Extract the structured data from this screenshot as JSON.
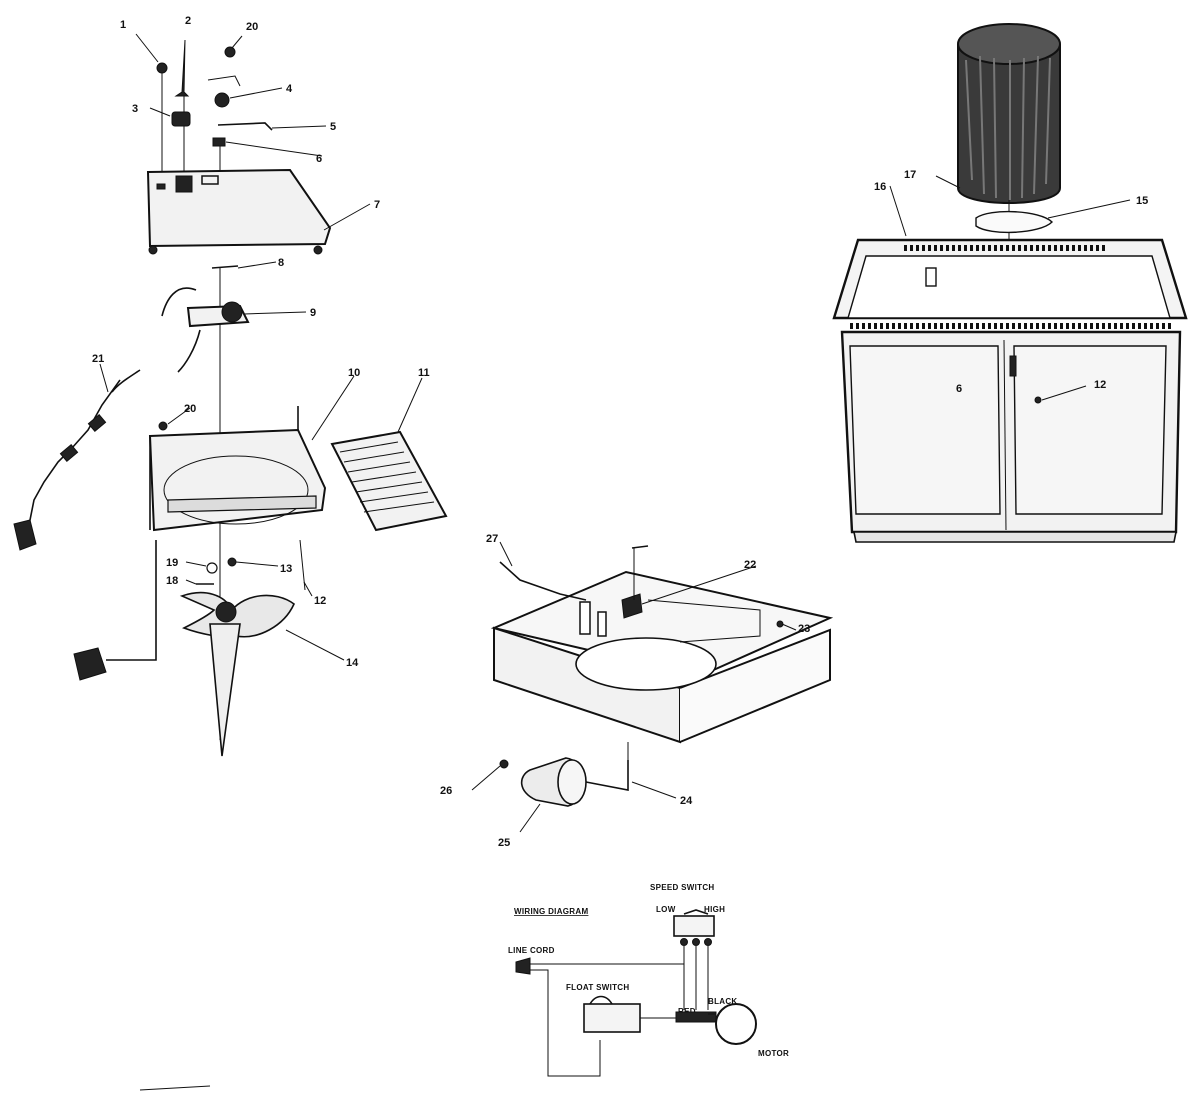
{
  "callouts": {
    "c1": "1",
    "c2": "2",
    "c3": "3",
    "c4": "4",
    "c5": "5",
    "c6": "6",
    "c7": "7",
    "c8": "8",
    "c9": "9",
    "c10": "10",
    "c11": "11",
    "c12_fan": "12",
    "c12_cabinet": "12",
    "c13": "13",
    "c14": "14",
    "c15": "15",
    "c16": "16",
    "c17": "17",
    "c18": "18",
    "c19": "19",
    "c20_top": "20",
    "c20_shroud": "20",
    "c21": "21",
    "c22": "22",
    "c23": "23",
    "c24": "24",
    "c25": "25",
    "c26": "26",
    "c27": "27",
    "c6_cabinet": "6"
  },
  "wiring": {
    "title": "WIRING DIAGRAM",
    "speed_switch": "SPEED SWITCH",
    "low": "LOW",
    "high": "HIGH",
    "line_cord": "LINE CORD",
    "float_switch": "FLOAT SWITCH",
    "black": "BLACK",
    "red": "RED",
    "motor": "MOTOR"
  },
  "colors": {
    "ink": "#111111",
    "paper": "#ffffff",
    "panel": "#f2f2f2",
    "media": "#3a3a3a"
  }
}
